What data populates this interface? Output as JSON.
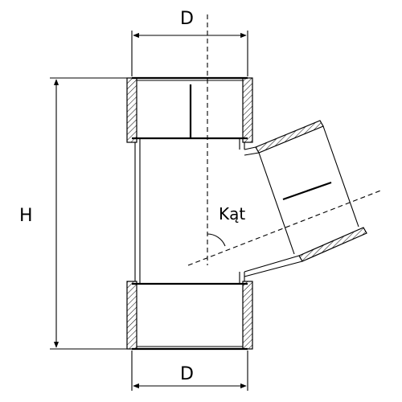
{
  "labels": {
    "top_dimension": "D",
    "bottom_dimension": "D",
    "height_dimension": "H",
    "angle": "Kąt"
  }
}
